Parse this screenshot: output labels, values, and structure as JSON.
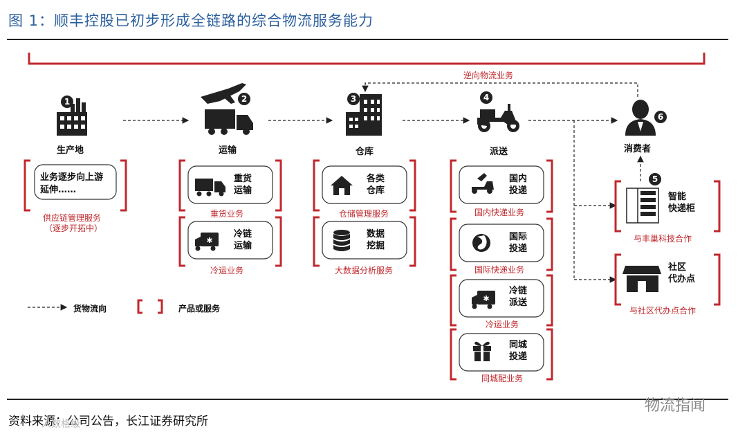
{
  "header": {
    "title": "图 1：顺丰控股已初步形成全链路的综合物流服务能力"
  },
  "footer": {
    "source": "资料来源：公司公告，长江证券研究所",
    "watermark_right": "物流指闻",
    "watermark_left": "人数格级"
  },
  "diagram": {
    "reverse_flow_label": "逆向物流业务",
    "stages": [
      {
        "num": "1",
        "label": "生产地",
        "icon": "factory-icon"
      },
      {
        "num": "2",
        "label": "运输",
        "icon": "plane-truck-icon"
      },
      {
        "num": "3",
        "label": "仓库",
        "icon": "warehouse-building-icon"
      },
      {
        "num": "4",
        "label": "派送",
        "icon": "scooter-icon"
      },
      {
        "num": "6",
        "label": "消费者",
        "icon": "person-icon"
      }
    ],
    "production": {
      "box_text_1": "业务逐步向上游",
      "box_text_2": "延伸……",
      "caption_1": "供应链管理服务",
      "caption_2": "（逐步开拓中）"
    },
    "transport": [
      {
        "text_1": "重货",
        "text_2": "运输",
        "caption": "重货业务",
        "icon": "truck-icon"
      },
      {
        "text_1": "冷链",
        "text_2": "运输",
        "caption": "冷运业务",
        "icon": "cold-truck-icon"
      }
    ],
    "warehouse": [
      {
        "text_1": "各类",
        "text_2": "仓库",
        "caption": "仓储管理服务",
        "icon": "house-icon"
      },
      {
        "text_1": "数据",
        "text_2": "挖掘",
        "caption": "大数据分析服务",
        "icon": "database-icon"
      }
    ],
    "delivery": [
      {
        "text_1": "国内",
        "text_2": "投递",
        "caption": "国内快递业务",
        "icon": "courier-icon"
      },
      {
        "text_1": "国际",
        "text_2": "投递",
        "caption": "国际快递业务",
        "icon": "globe-icon"
      },
      {
        "text_1": "冷链",
        "text_2": "派送",
        "caption": "冷运业务",
        "icon": "cold-truck-icon"
      },
      {
        "text_1": "同城",
        "text_2": "投递",
        "caption": "同城配业务",
        "icon": "gift-icon"
      }
    ],
    "consumer": [
      {
        "num": "5",
        "text_1": "智能",
        "text_2": "快递柜",
        "caption": "与丰巢科技合作",
        "icon": "locker-icon"
      },
      {
        "text_1": "社区",
        "text_2": "代办点",
        "caption": "与社区代办点合作",
        "icon": "store-icon"
      }
    ],
    "legend": {
      "flow": "货物流向",
      "bracket": "产品或服务"
    },
    "colors": {
      "accent_red": "#c0282d",
      "title_blue": "#2a5f9e",
      "dark": "#222222"
    }
  }
}
